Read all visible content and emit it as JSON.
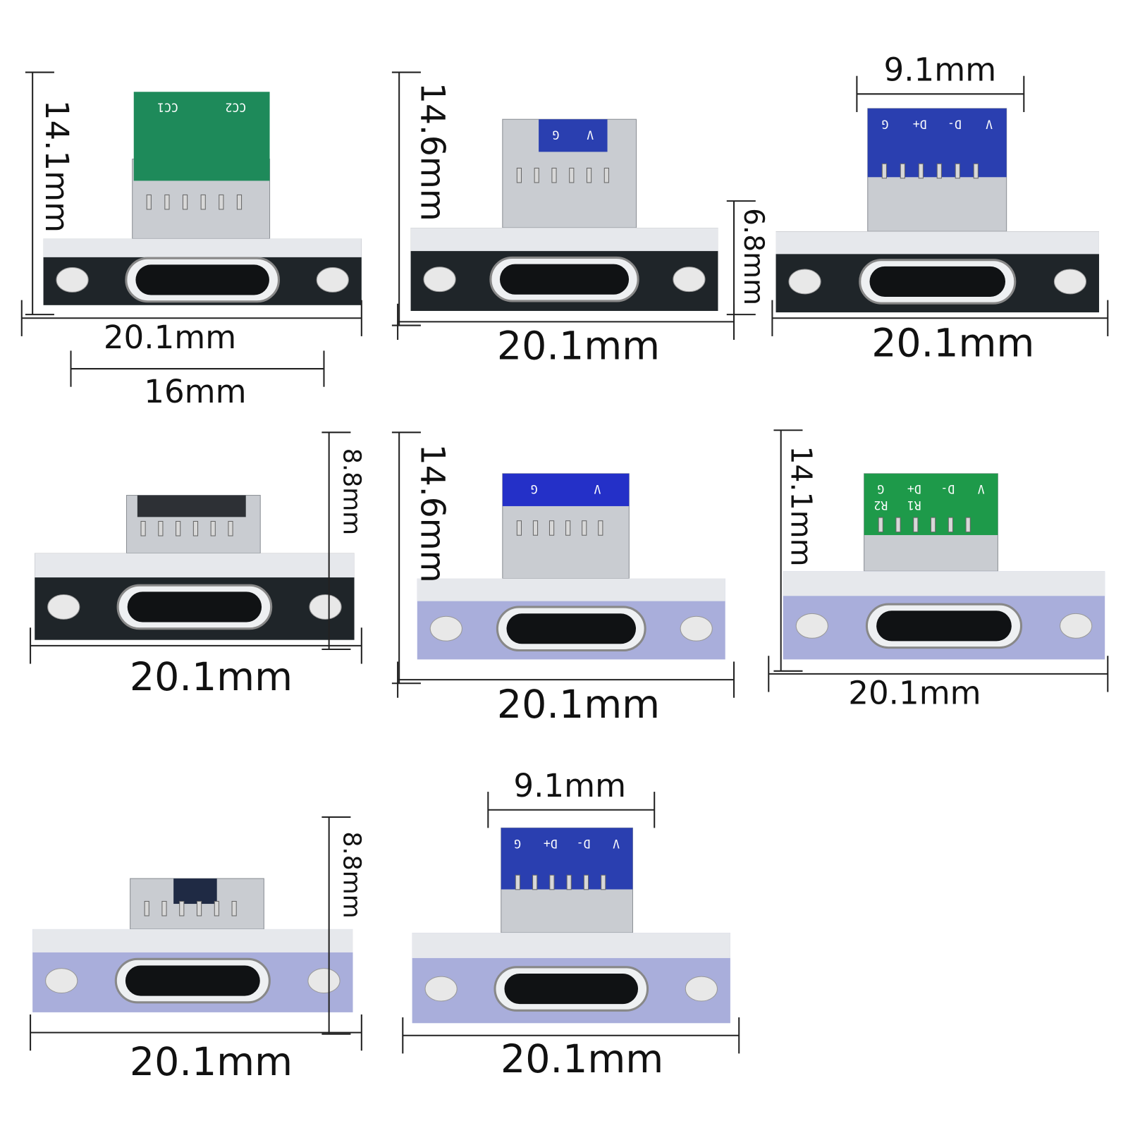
{
  "products": [
    {
      "id": "p1",
      "flange_color": "#1f2529",
      "pcb_color": "#1e8a5a",
      "pcb_labels": [
        "CC1",
        "CC2"
      ],
      "dims": {
        "height": "14.1mm",
        "width": "20.1mm",
        "hole_spacing": "16mm"
      }
    },
    {
      "id": "p2",
      "flange_color": "#1f2529",
      "pcb_color": "#2a3fb0",
      "pcb_labels": [
        "G",
        "V"
      ],
      "dims": {
        "height": "14.6mm",
        "flange_height": "6.8mm",
        "width": "20.1mm"
      }
    },
    {
      "id": "p3",
      "flange_color": "#1f2529",
      "pcb_color": "#2a3fb0",
      "pcb_labels": [
        "G",
        "D+",
        "D-",
        "V"
      ],
      "dims": {
        "pcb_width": "9.1mm",
        "width": "20.1mm"
      }
    },
    {
      "id": "p4",
      "flange_color": "#1f2529",
      "pcb_color": "#2d3035",
      "pcb_labels": [],
      "dims": {
        "flange_height": "8.8mm",
        "width": "20.1mm"
      }
    },
    {
      "id": "p5",
      "flange_color": "#a9aedb",
      "pcb_color": "#2430c8",
      "pcb_labels": [
        "G",
        "V"
      ],
      "dims": {
        "height": "14.6mm",
        "width": "20.1mm"
      }
    },
    {
      "id": "p6",
      "flange_color": "#a9aedb",
      "pcb_color": "#1e9a4a",
      "pcb_labels": [
        "G",
        "D+",
        "D-",
        "V",
        "R2",
        "R1"
      ],
      "dims": {
        "height": "14.1mm",
        "width": "20.1mm"
      }
    },
    {
      "id": "p7",
      "flange_color": "#a9aedb",
      "pcb_color": "#1f2a44",
      "pcb_labels": [],
      "dims": {
        "flange_height": "8.8mm",
        "width": "20.1mm"
      }
    },
    {
      "id": "p8",
      "flange_color": "#a9aedb",
      "pcb_color": "#2a3fb0",
      "pcb_labels": [
        "G",
        "D+",
        "D-",
        "V"
      ],
      "dims": {
        "pcb_width": "9.1mm",
        "width": "20.1mm"
      }
    }
  ]
}
